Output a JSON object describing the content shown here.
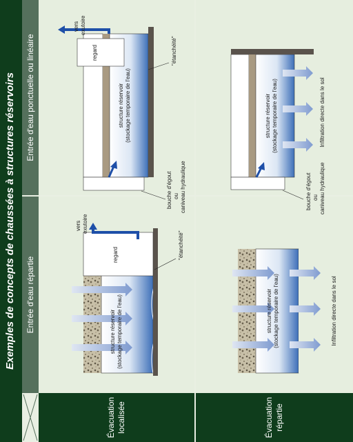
{
  "title": "Exemples de concepts de chaussées à structures réservoirs",
  "columns": [
    "Entrée d'eau répartie",
    "Entrée d'eau ponctuelle ou linéaire"
  ],
  "rows": [
    {
      "line1": "Évacuation",
      "line2": "localisée"
    },
    {
      "line1": "Évacuation",
      "line2": "répartie"
    }
  ],
  "labels": {
    "structure_line1": "structure réservoir",
    "structure_line2": "(stockage temporaire de l'eau)",
    "regard": "regard",
    "vers": "vers",
    "exutoire": "exutoire",
    "etancheite": "\"étanchéité\"",
    "bouche_line1": "bouche d'égout",
    "bouche_line2": "ou",
    "bouche_line3": "caniveau hydraulique",
    "infiltration": "Infiltration directe dans le sol"
  },
  "colors": {
    "dark_green": "#0f3d1c",
    "header_green": "#55705c",
    "cell_bg": "#e6eedf",
    "water_blue": "#3d6fb8",
    "pipe_blue": "#1e4fa8",
    "ground": "#5a534c",
    "beige_wall": "#a99a82"
  }
}
